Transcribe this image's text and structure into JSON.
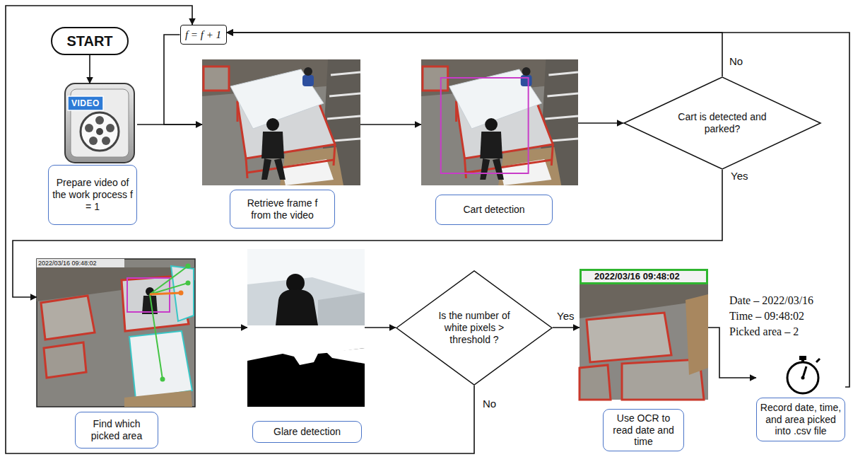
{
  "diagram": {
    "nodes": [
      {
        "text": [
          "START"
        ]
      },
      {
        "text": [
          "f = f + 1"
        ]
      },
      {
        "text": [
          "Prepare video of the work process f = 1"
        ]
      },
      {
        "text": [
          "Retrieve frame f from the video"
        ]
      },
      {
        "text": [
          "Cart detection"
        ]
      },
      {
        "text": [
          "Cart is detected and parked?"
        ]
      },
      {
        "text": [
          "Find which picked area"
        ]
      },
      {
        "text": [
          "Glare detection"
        ]
      },
      {
        "text": [
          "Is the number of white pixels > threshold ?"
        ]
      },
      {
        "text": [
          "Use OCR to read date and time"
        ]
      },
      {
        "text": [
          "Record date, time, and area picked into .csv file"
        ]
      }
    ],
    "edges": [
      {
        "from": 0,
        "to": 2,
        "arrow": "to"
      },
      {
        "from": 2,
        "to": 3,
        "arrow": "to"
      },
      {
        "from": 1,
        "to": 3,
        "arrow": "to"
      },
      {
        "from": 3,
        "to": 4,
        "arrow": "to"
      },
      {
        "from": 4,
        "to": 5,
        "arrow": "to"
      },
      {
        "from": 5,
        "to": 1,
        "label": "No",
        "arrow": "to"
      },
      {
        "from": 5,
        "to": 6,
        "label": "Yes",
        "arrow": "to"
      },
      {
        "from": 6,
        "to": 7,
        "arrow": "to"
      },
      {
        "from": 7,
        "to": 8,
        "arrow": "to"
      },
      {
        "from": 8,
        "to": 9,
        "label": "Yes",
        "arrow": "to"
      },
      {
        "from": 9,
        "to": 10,
        "arrow": "to"
      },
      {
        "from": 10,
        "to": 1,
        "arrow": "to"
      },
      {
        "from": 8,
        "to": 1,
        "label": "No",
        "arrow": "to"
      }
    ],
    "labels": [
      "VIDEO",
      "2022/03/16 09:48:02",
      "2022/03/16 09:48:02",
      "Date – 2022/03/16",
      "Time – 09:48:02",
      "Picked area – 2"
    ]
  }
}
